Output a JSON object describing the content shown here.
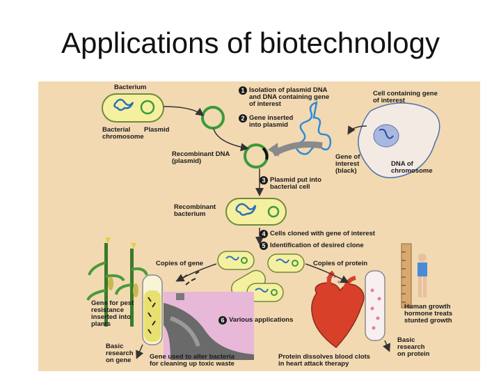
{
  "title": "Applications of biotechnology",
  "figure": {
    "labels": {
      "bacterium": "Bacterium",
      "bacterial_chromosome": "Bacterial\nchromosome",
      "plasmid": "Plasmid",
      "step1": "Isolation of plasmid DNA\nand DNA containing gene\nof interest",
      "step2": "Gene inserted\ninto plasmid",
      "cell_gene": "Cell containing gene\nof interest",
      "recombinant_dna": "Recombinant DNA\n(plasmid)",
      "gene_interest": "Gene of\ninterest\n(black)",
      "dna_chromosome": "DNA of\nchromosome",
      "step3": "Plasmid put into\nbacterial cell",
      "recombinant_bacterium": "Recombinant\nbacterium",
      "step4": "Cells cloned with gene of interest",
      "step5": "Identification of desired clone",
      "copies_gene": "Copies of gene",
      "copies_protein": "Copies of protein",
      "pest": "Gene for pest\nresistance\ninserted into\nplants",
      "step6": "Various applications",
      "growth": "Human growth\nhormone treats\nstunted growth",
      "basic_gene": "Basic\nresearch\non gene",
      "toxic": "Gene used to alter bacteria\nfor cleaning up toxic waste",
      "clots": "Protein dissolves blood clots\nin heart attack therapy",
      "basic_protein": "Basic\nresearch\non protein"
    },
    "step_numbers": [
      "1",
      "2",
      "3",
      "4",
      "5",
      "6"
    ]
  }
}
